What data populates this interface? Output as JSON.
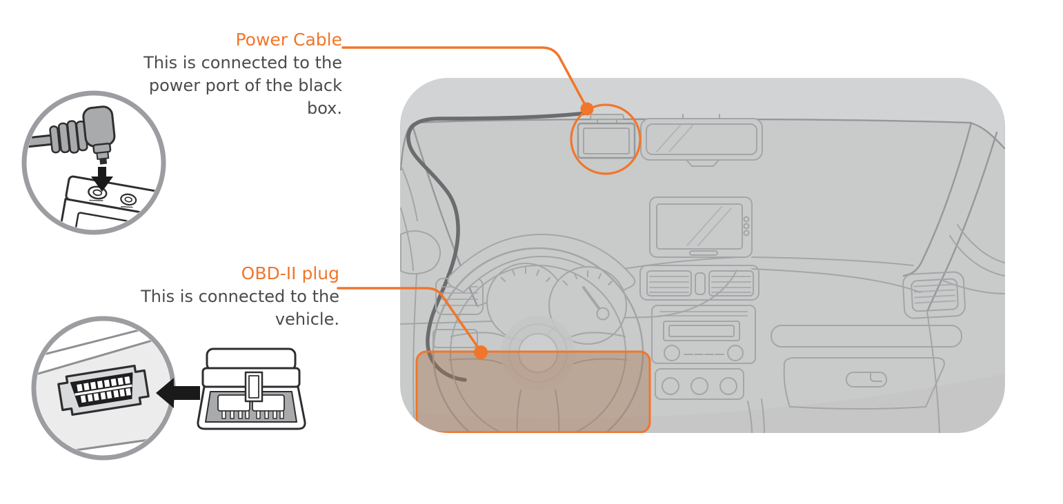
{
  "page": {
    "background": "#ffffff",
    "title": "Black box power cable and OBD-II plug installation diagram"
  },
  "colors": {
    "accent_orange": "#f0762b",
    "text_gray": "#4a4b4d",
    "car_fill": "#c9caca",
    "car_line": "#a4a5a7",
    "cable_gray": "#6b6c6e",
    "circle_border": "#9c9da0",
    "highlight_fill": "rgba(166,110,72,0.38)"
  },
  "callouts": {
    "power_cable": {
      "label": "Power Cable",
      "lines": [
        "This is connected to the",
        "power port of the black",
        "box."
      ]
    },
    "obd_plug": {
      "label": "OBD-II plug",
      "lines": [
        "This is connected to the",
        "vehicle."
      ]
    }
  },
  "icons": {
    "power_plug": "right-angle-power-plug-illustration",
    "power_port_arrow": "down-arrow-icon",
    "obd_port": "obd2-port-illustration",
    "obd_port_arrow": "left-arrow-icon",
    "obd_plug": "obd2-plug-illustration",
    "dashcam_marker": "orange-circle-highlight",
    "obd_area_marker": "orange-rectangle-highlight"
  }
}
